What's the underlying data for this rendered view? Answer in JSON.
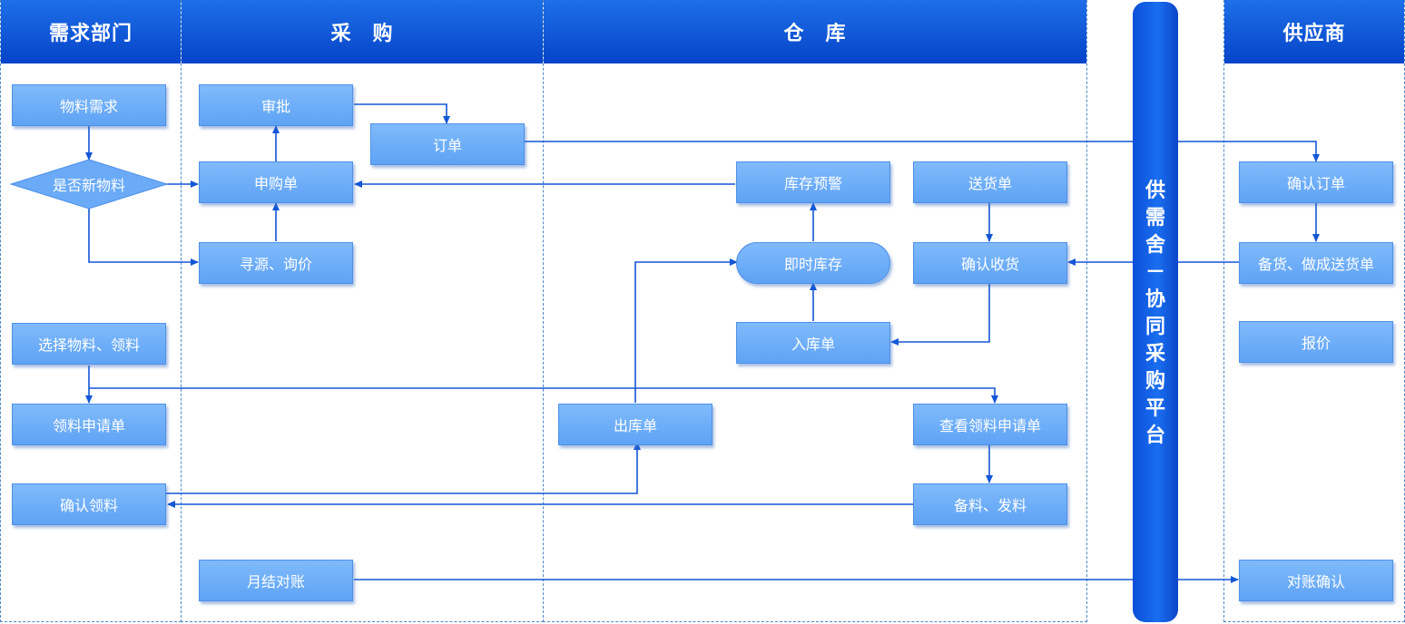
{
  "lanes": {
    "demand": "需求部门",
    "purchase": "采　购",
    "warehouse": "仓　库",
    "platform": "供需舍－协同采购平台",
    "supplier": "供应商"
  },
  "demand": {
    "material_need": "物料需求",
    "is_new_material": "是否新物料",
    "select_material": "选择物料、领料",
    "requisition_form": "领料申请单",
    "confirm_requisition": "确认领料"
  },
  "purchase": {
    "approval": "审批",
    "order": "订单",
    "purchase_request": "申购单",
    "sourcing": "寻源、询价",
    "monthly_reconcile": "月结对账"
  },
  "warehouse": {
    "stock_warning": "库存预警",
    "delivery_note": "送货单",
    "realtime_stock": "即时库存",
    "confirm_receipt": "确认收货",
    "inbound_note": "入库单",
    "outbound_note": "出库单",
    "view_requisition": "查看领料申请单",
    "prepare_issue": "备料、发料"
  },
  "supplier": {
    "confirm_order": "确认订单",
    "stock_delivery": "备货、做成送货单",
    "quote": "报价",
    "reconcile_confirm": "对账确认"
  }
}
